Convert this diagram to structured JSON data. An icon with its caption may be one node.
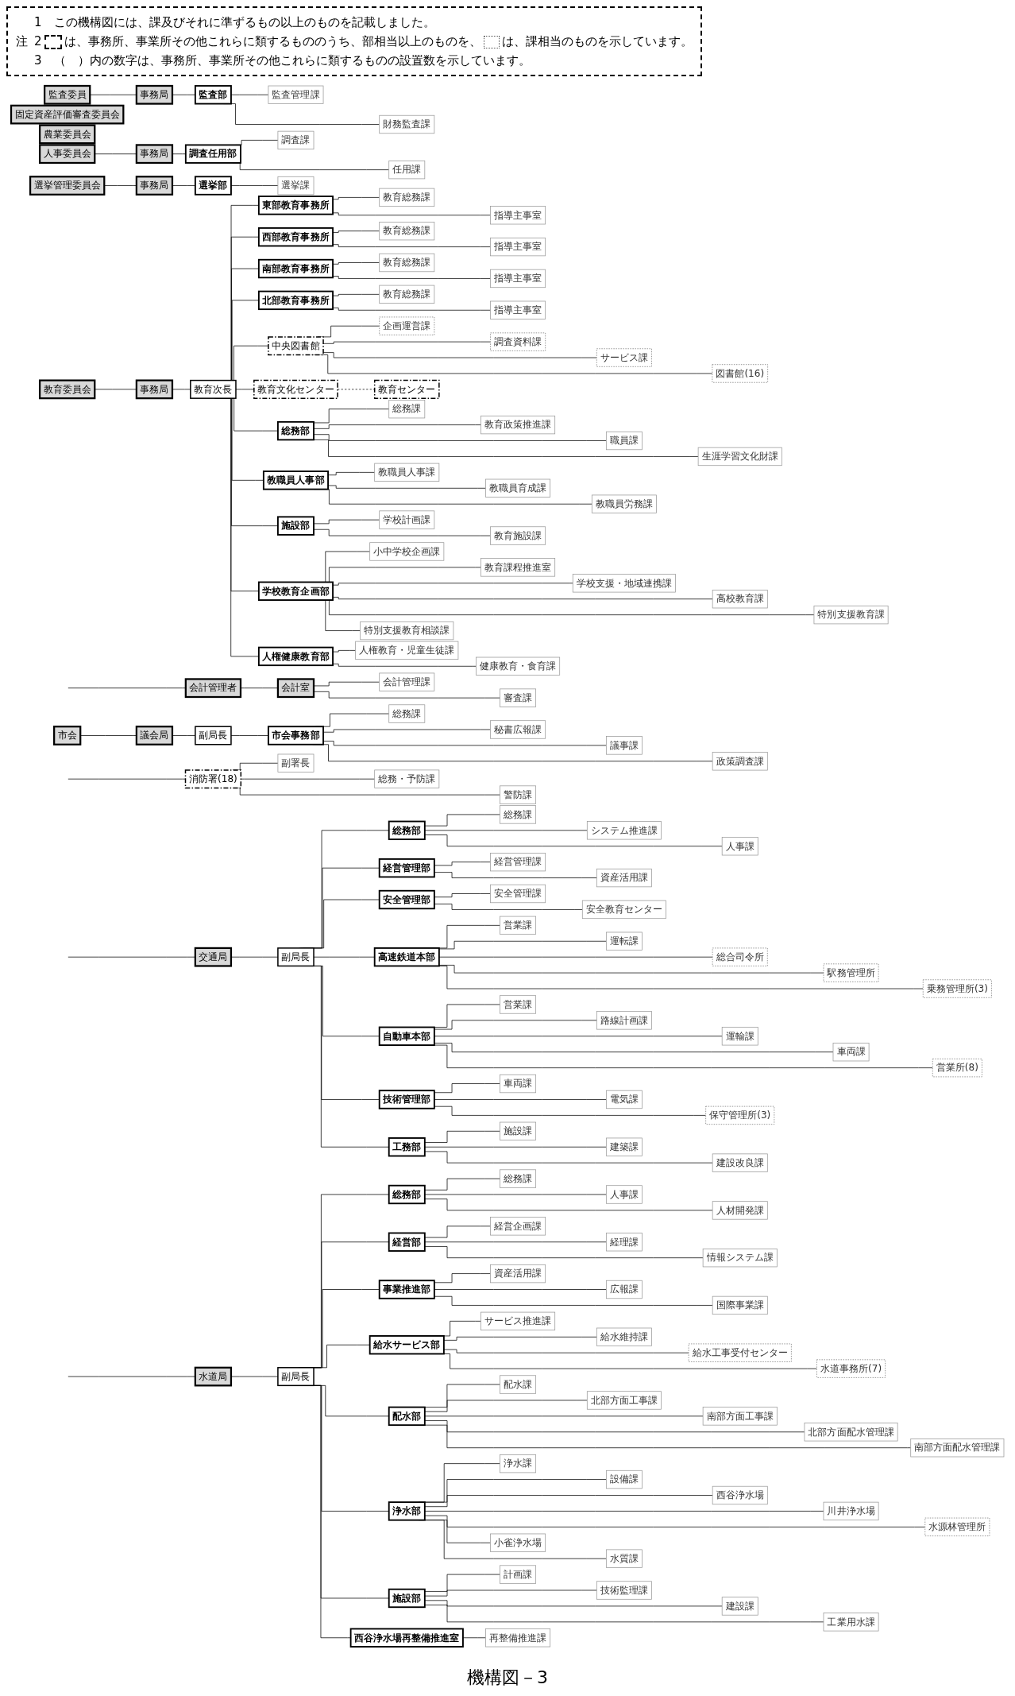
{
  "diagram": {
    "caption": "機構図－3",
    "nodes": [
      {
        "text": [
          "市会"
        ]
      },
      {
        "text": [
          "議会局"
        ]
      },
      {
        "text": [
          "副局長"
        ]
      },
      {
        "text": [
          "市会事務部"
        ]
      },
      {
        "text": [
          "総務課"
        ]
      },
      {
        "text": [
          "秘書広報課"
        ]
      },
      {
        "text": [
          "議事課"
        ]
      },
      {
        "text": [
          "政策調査課"
        ]
      },
      {
        "text": [
          "固定資産評価審査委員会"
        ]
      },
      {
        "text": [
          "農業委員会"
        ]
      },
      {
        "text": [
          "監査委員"
        ]
      },
      {
        "text": [
          "事務局"
        ]
      },
      {
        "text": [
          "監査部"
        ]
      },
      {
        "text": [
          "監査管理課"
        ]
      },
      {
        "text": [
          "財務監査課"
        ]
      },
      {
        "text": [
          "人事委員会"
        ]
      },
      {
        "text": [
          "事務局"
        ]
      },
      {
        "text": [
          "調査任用部"
        ]
      },
      {
        "text": [
          "調査課"
        ]
      },
      {
        "text": [
          "任用課"
        ]
      },
      {
        "text": [
          "選挙管理委員会"
        ]
      },
      {
        "text": [
          "事務局"
        ]
      },
      {
        "text": [
          "選挙部"
        ]
      },
      {
        "text": [
          "選挙課"
        ]
      },
      {
        "text": [
          "教育委員会"
        ]
      },
      {
        "text": [
          "事務局"
        ]
      },
      {
        "text": [
          "教育次長"
        ]
      },
      {
        "text": [
          "東部教育事務所"
        ]
      },
      {
        "text": [
          "教育総務課"
        ]
      },
      {
        "text": [
          "指導主事室"
        ]
      },
      {
        "text": [
          "西部教育事務所"
        ]
      },
      {
        "text": [
          "教育総務課"
        ]
      },
      {
        "text": [
          "指導主事室"
        ]
      },
      {
        "text": [
          "南部教育事務所"
        ]
      },
      {
        "text": [
          "教育総務課"
        ]
      },
      {
        "text": [
          "指導主事室"
        ]
      },
      {
        "text": [
          "北部教育事務所"
        ]
      },
      {
        "text": [
          "教育総務課"
        ]
      },
      {
        "text": [
          "指導主事室"
        ]
      },
      {
        "text": [
          "中央図書館"
        ]
      },
      {
        "text": [
          "企画運営課"
        ]
      },
      {
        "text": [
          "調査資料課"
        ]
      },
      {
        "text": [
          "サービス課"
        ]
      },
      {
        "text": [
          "図書館(16)"
        ]
      },
      {
        "text": [
          "教育文化センター"
        ]
      },
      {
        "text": [
          "教育センター"
        ]
      },
      {
        "text": [
          "総務部"
        ]
      },
      {
        "text": [
          "総務課"
        ]
      },
      {
        "text": [
          "教育政策推進課"
        ]
      },
      {
        "text": [
          "職員課"
        ]
      },
      {
        "text": [
          "生涯学習文化財課"
        ]
      },
      {
        "text": [
          "教職員人事部"
        ]
      },
      {
        "text": [
          "教職員人事課"
        ]
      },
      {
        "text": [
          "教職員育成課"
        ]
      },
      {
        "text": [
          "教職員労務課"
        ]
      },
      {
        "text": [
          "施設部"
        ]
      },
      {
        "text": [
          "学校計画課"
        ]
      },
      {
        "text": [
          "教育施設課"
        ]
      },
      {
        "text": [
          "学校教育企画部"
        ]
      },
      {
        "text": [
          "小中学校企画課"
        ]
      },
      {
        "text": [
          "教育課程推進室"
        ]
      },
      {
        "text": [
          "学校支援・地域連携課"
        ]
      },
      {
        "text": [
          "高校教育課"
        ]
      },
      {
        "text": [
          "特別支援教育課"
        ]
      },
      {
        "text": [
          "特別支援教育相談課"
        ]
      },
      {
        "text": [
          "人権健康教育部"
        ]
      },
      {
        "text": [
          "人権教育・児童生徒課"
        ]
      },
      {
        "text": [
          "健康教育・食育課"
        ]
      },
      {
        "text": [
          "会計管理者"
        ]
      },
      {
        "text": [
          "会計室"
        ]
      },
      {
        "text": [
          "会計管理課"
        ]
      },
      {
        "text": [
          "審査課"
        ]
      },
      {
        "text": [
          "交通局"
        ]
      },
      {
        "text": [
          "副局長"
        ]
      },
      {
        "text": [
          "総務部"
        ]
      },
      {
        "text": [
          "総務課"
        ]
      },
      {
        "text": [
          "システム推進課"
        ]
      },
      {
        "text": [
          "人事課"
        ]
      },
      {
        "text": [
          "経営管理部"
        ]
      },
      {
        "text": [
          "経営管理課"
        ]
      },
      {
        "text": [
          "資産活用課"
        ]
      },
      {
        "text": [
          "安全管理部"
        ]
      },
      {
        "text": [
          "安全管理課"
        ]
      },
      {
        "text": [
          "安全教育センター"
        ]
      },
      {
        "text": [
          "高速鉄道本部"
        ]
      },
      {
        "text": [
          "営業課"
        ]
      },
      {
        "text": [
          "運転課"
        ]
      },
      {
        "text": [
          "総合司令所"
        ]
      },
      {
        "text": [
          "駅務管理所"
        ]
      },
      {
        "text": [
          "乗務管理所(3)"
        ]
      },
      {
        "text": [
          "自動車本部"
        ]
      },
      {
        "text": [
          "営業課"
        ]
      },
      {
        "text": [
          "路線計画課"
        ]
      },
      {
        "text": [
          "運輸課"
        ]
      },
      {
        "text": [
          "車両課"
        ]
      },
      {
        "text": [
          "営業所(8)"
        ]
      },
      {
        "text": [
          "技術管理部"
        ]
      },
      {
        "text": [
          "車両課"
        ]
      },
      {
        "text": [
          "電気課"
        ]
      },
      {
        "text": [
          "保守管理所(3)"
        ]
      },
      {
        "text": [
          "工務部"
        ]
      },
      {
        "text": [
          "施設課"
        ]
      },
      {
        "text": [
          "建築課"
        ]
      },
      {
        "text": [
          "建設改良課"
        ]
      },
      {
        "text": [
          "水道局"
        ]
      },
      {
        "text": [
          "副局長"
        ]
      },
      {
        "text": [
          "総務部"
        ]
      },
      {
        "text": [
          "総務課"
        ]
      },
      {
        "text": [
          "人事課"
        ]
      },
      {
        "text": [
          "人材開発課"
        ]
      },
      {
        "text": [
          "経営部"
        ]
      },
      {
        "text": [
          "経営企画課"
        ]
      },
      {
        "text": [
          "経理課"
        ]
      },
      {
        "text": [
          "情報システム課"
        ]
      },
      {
        "text": [
          "事業推進部"
        ]
      },
      {
        "text": [
          "資産活用課"
        ]
      },
      {
        "text": [
          "広報課"
        ]
      },
      {
        "text": [
          "国際事業課"
        ]
      },
      {
        "text": [
          "給水サービス部"
        ]
      },
      {
        "text": [
          "サービス推進課"
        ]
      },
      {
        "text": [
          "給水維持課"
        ]
      },
      {
        "text": [
          "給水工事受付センター"
        ]
      },
      {
        "text": [
          "水道事務所(7)"
        ]
      },
      {
        "text": [
          "配水部"
        ]
      },
      {
        "text": [
          "配水課"
        ]
      },
      {
        "text": [
          "北部方面工事課"
        ]
      },
      {
        "text": [
          "南部方面工事課"
        ]
      },
      {
        "text": [
          "北部方面配水管理課"
        ]
      },
      {
        "text": [
          "南部方面配水管理課"
        ]
      },
      {
        "text": [
          "浄水部"
        ]
      },
      {
        "text": [
          "浄水課"
        ]
      },
      {
        "text": [
          "設備課"
        ]
      },
      {
        "text": [
          "西谷浄水場"
        ]
      },
      {
        "text": [
          "川井浄水場"
        ]
      },
      {
        "text": [
          "水源林管理所"
        ]
      },
      {
        "text": [
          "小雀浄水場"
        ]
      },
      {
        "text": [
          "水質課"
        ]
      },
      {
        "text": [
          "施設部"
        ]
      },
      {
        "text": [
          "計画課"
        ]
      },
      {
        "text": [
          "技術監理課"
        ]
      },
      {
        "text": [
          "建設課"
        ]
      },
      {
        "text": [
          "工業用水課"
        ]
      },
      {
        "text": [
          "西谷浄水場再整備推進室"
        ]
      },
      {
        "text": [
          "再整備推進課"
        ]
      },
      {
        "text": [
          "消防署(18)"
        ]
      },
      {
        "text": [
          "副署長"
        ]
      },
      {
        "text": [
          "総務・予防課"
        ]
      },
      {
        "text": [
          "警防課"
        ]
      }
    ],
    "edges": [
      {
        "from": 0,
        "to": 1,
        "arrow": "none"
      },
      {
        "from": 1,
        "to": 2,
        "arrow": "none"
      },
      {
        "from": 2,
        "to": 3,
        "arrow": "none"
      },
      {
        "from": 3,
        "to": 4,
        "arrow": "none"
      },
      {
        "from": 3,
        "to": 5,
        "arrow": "none"
      },
      {
        "from": 3,
        "to": 6,
        "arrow": "none"
      },
      {
        "from": 3,
        "to": 7,
        "arrow": "none"
      },
      {
        "from": 10,
        "to": 11,
        "arrow": "none"
      },
      {
        "from": 11,
        "to": 12,
        "arrow": "none"
      },
      {
        "from": 12,
        "to": 13,
        "arrow": "none"
      },
      {
        "from": 12,
        "to": 14,
        "arrow": "none"
      },
      {
        "from": 15,
        "to": 16,
        "arrow": "none"
      },
      {
        "from": 16,
        "to": 17,
        "arrow": "none"
      },
      {
        "from": 17,
        "to": 18,
        "arrow": "none"
      },
      {
        "from": 17,
        "to": 19,
        "arrow": "none"
      },
      {
        "from": 20,
        "to": 21,
        "arrow": "none"
      },
      {
        "from": 21,
        "to": 22,
        "arrow": "none"
      },
      {
        "from": 22,
        "to": 23,
        "arrow": "none"
      },
      {
        "from": 24,
        "to": 25,
        "arrow": "none"
      },
      {
        "from": 25,
        "to": 26,
        "arrow": "none"
      },
      {
        "from": 26,
        "to": 27,
        "arrow": "none"
      },
      {
        "from": 26,
        "to": 30,
        "arrow": "none"
      },
      {
        "from": 26,
        "to": 33,
        "arrow": "none"
      },
      {
        "from": 26,
        "to": 36,
        "arrow": "none"
      },
      {
        "from": 26,
        "to": 39,
        "arrow": "none"
      },
      {
        "from": 26,
        "to": 44,
        "arrow": "none"
      },
      {
        "from": 26,
        "to": 46,
        "arrow": "none"
      },
      {
        "from": 26,
        "to": 51,
        "arrow": "none"
      },
      {
        "from": 26,
        "to": 55,
        "arrow": "none"
      },
      {
        "from": 26,
        "to": 58,
        "arrow": "none"
      },
      {
        "from": 26,
        "to": 65,
        "arrow": "none"
      },
      {
        "from": 27,
        "to": 28,
        "arrow": "none"
      },
      {
        "from": 27,
        "to": 29,
        "arrow": "none"
      },
      {
        "from": 30,
        "to": 31,
        "arrow": "none"
      },
      {
        "from": 30,
        "to": 32,
        "arrow": "none"
      },
      {
        "from": 33,
        "to": 34,
        "arrow": "none"
      },
      {
        "from": 33,
        "to": 35,
        "arrow": "none"
      },
      {
        "from": 36,
        "to": 37,
        "arrow": "none"
      },
      {
        "from": 36,
        "to": 38,
        "arrow": "none"
      },
      {
        "from": 39,
        "to": 40,
        "arrow": "none"
      },
      {
        "from": 39,
        "to": 41,
        "arrow": "none"
      },
      {
        "from": 39,
        "to": 42,
        "arrow": "none"
      },
      {
        "from": 39,
        "to": 43,
        "arrow": "none"
      },
      {
        "from": 44,
        "to": 45,
        "arrow": "none",
        "style": "dashed"
      },
      {
        "from": 46,
        "to": 47,
        "arrow": "none"
      },
      {
        "from": 46,
        "to": 48,
        "arrow": "none"
      },
      {
        "from": 46,
        "to": 49,
        "arrow": "none"
      },
      {
        "from": 46,
        "to": 50,
        "arrow": "none"
      },
      {
        "from": 51,
        "to": 52,
        "arrow": "none"
      },
      {
        "from": 51,
        "to": 53,
        "arrow": "none"
      },
      {
        "from": 51,
        "to": 54,
        "arrow": "none"
      },
      {
        "from": 55,
        "to": 56,
        "arrow": "none"
      },
      {
        "from": 55,
        "to": 57,
        "arrow": "none"
      },
      {
        "from": 58,
        "to": 59,
        "arrow": "none"
      },
      {
        "from": 58,
        "to": 60,
        "arrow": "none"
      },
      {
        "from": 58,
        "to": 61,
        "arrow": "none"
      },
      {
        "from": 58,
        "to": 62,
        "arrow": "none"
      },
      {
        "from": 58,
        "to": 63,
        "arrow": "none"
      },
      {
        "from": 58,
        "to": 64,
        "arrow": "none"
      },
      {
        "from": 65,
        "to": 66,
        "arrow": "none"
      },
      {
        "from": 65,
        "to": 67,
        "arrow": "none"
      },
      {
        "from": null,
        "to": 68,
        "arrow": "none"
      },
      {
        "from": 68,
        "to": 69,
        "arrow": "none"
      },
      {
        "from": 69,
        "to": 70,
        "arrow": "none"
      },
      {
        "from": 69,
        "to": 71,
        "arrow": "none"
      },
      {
        "from": null,
        "to": 72,
        "arrow": "none"
      },
      {
        "from": 72,
        "to": 73,
        "arrow": "none"
      },
      {
        "from": 73,
        "to": 74,
        "arrow": "none"
      },
      {
        "from": 73,
        "to": 78,
        "arrow": "none"
      },
      {
        "from": 73,
        "to": 81,
        "arrow": "none"
      },
      {
        "from": 73,
        "to": 84,
        "arrow": "none"
      },
      {
        "from": 73,
        "to": 90,
        "arrow": "none"
      },
      {
        "from": 73,
        "to": 96,
        "arrow": "none"
      },
      {
        "from": 73,
        "to": 100,
        "arrow": "none"
      },
      {
        "from": 74,
        "to": 75,
        "arrow": "none"
      },
      {
        "from": 74,
        "to": 76,
        "arrow": "none"
      },
      {
        "from": 74,
        "to": 77,
        "arrow": "none"
      },
      {
        "from": 78,
        "to": 79,
        "arrow": "none"
      },
      {
        "from": 78,
        "to": 80,
        "arrow": "none"
      },
      {
        "from": 81,
        "to": 82,
        "arrow": "none"
      },
      {
        "from": 81,
        "to": 83,
        "arrow": "none"
      },
      {
        "from": 84,
        "to": 85,
        "arrow": "none"
      },
      {
        "from": 84,
        "to": 86,
        "arrow": "none"
      },
      {
        "from": 84,
        "to": 87,
        "arrow": "none"
      },
      {
        "from": 84,
        "to": 88,
        "arrow": "none"
      },
      {
        "from": 84,
        "to": 89,
        "arrow": "none"
      },
      {
        "from": 90,
        "to": 91,
        "arrow": "none"
      },
      {
        "from": 90,
        "to": 92,
        "arrow": "none"
      },
      {
        "from": 90,
        "to": 93,
        "arrow": "none"
      },
      {
        "from": 90,
        "to": 94,
        "arrow": "none"
      },
      {
        "from": 90,
        "to": 95,
        "arrow": "none"
      },
      {
        "from": 96,
        "to": 97,
        "arrow": "none"
      },
      {
        "from": 96,
        "to": 98,
        "arrow": "none"
      },
      {
        "from": 96,
        "to": 99,
        "arrow": "none"
      },
      {
        "from": 100,
        "to": 101,
        "arrow": "none"
      },
      {
        "from": 100,
        "to": 102,
        "arrow": "none"
      },
      {
        "from": 100,
        "to": 103,
        "arrow": "none"
      },
      {
        "from": null,
        "to": 104,
        "arrow": "none"
      },
      {
        "from": 104,
        "to": 105,
        "arrow": "none"
      },
      {
        "from": 105,
        "to": 106,
        "arrow": "none"
      },
      {
        "from": 105,
        "to": 110,
        "arrow": "none"
      },
      {
        "from": 105,
        "to": 114,
        "arrow": "none"
      },
      {
        "from": 105,
        "to": 118,
        "arrow": "none"
      },
      {
        "from": 105,
        "to": 123,
        "arrow": "none"
      },
      {
        "from": 105,
        "to": 129,
        "arrow": "none"
      },
      {
        "from": 105,
        "to": 137,
        "arrow": "none"
      },
      {
        "from": 105,
        "to": 142,
        "arrow": "none"
      },
      {
        "from": 106,
        "to": 107,
        "arrow": "none"
      },
      {
        "from": 106,
        "to": 108,
        "arrow": "none"
      },
      {
        "from": 106,
        "to": 109,
        "arrow": "none"
      },
      {
        "from": 110,
        "to": 111,
        "arrow": "none"
      },
      {
        "from": 110,
        "to": 112,
        "arrow": "none"
      },
      {
        "from": 110,
        "to": 113,
        "arrow": "none"
      },
      {
        "from": 114,
        "to": 115,
        "arrow": "none"
      },
      {
        "from": 114,
        "to": 116,
        "arrow": "none"
      },
      {
        "from": 114,
        "to": 117,
        "arrow": "none"
      },
      {
        "from": 118,
        "to": 119,
        "arrow": "none"
      },
      {
        "from": 118,
        "to": 120,
        "arrow": "none"
      },
      {
        "from": 118,
        "to": 121,
        "arrow": "none"
      },
      {
        "from": 118,
        "to": 122,
        "arrow": "none"
      },
      {
        "from": 123,
        "to": 124,
        "arrow": "none"
      },
      {
        "from": 123,
        "to": 125,
        "arrow": "none"
      },
      {
        "from": 123,
        "to": 126,
        "arrow": "none"
      },
      {
        "from": 123,
        "to": 127,
        "arrow": "none"
      },
      {
        "from": 123,
        "to": 128,
        "arrow": "none"
      },
      {
        "from": 129,
        "to": 130,
        "arrow": "none"
      },
      {
        "from": 129,
        "to": 131,
        "arrow": "none"
      },
      {
        "from": 129,
        "to": 132,
        "arrow": "none"
      },
      {
        "from": 129,
        "to": 133,
        "arrow": "none"
      },
      {
        "from": 129,
        "to": 134,
        "arrow": "none"
      },
      {
        "from": 129,
        "to": 135,
        "arrow": "none"
      },
      {
        "from": 129,
        "to": 136,
        "arrow": "none"
      },
      {
        "from": 137,
        "to": 138,
        "arrow": "none"
      },
      {
        "from": 137,
        "to": 139,
        "arrow": "none"
      },
      {
        "from": 137,
        "to": 140,
        "arrow": "none"
      },
      {
        "from": 137,
        "to": 141,
        "arrow": "none"
      },
      {
        "from": 142,
        "to": 143,
        "arrow": "none"
      },
      {
        "from": null,
        "to": 144,
        "arrow": "none"
      },
      {
        "from": 144,
        "to": 145,
        "arrow": "none"
      },
      {
        "from": 144,
        "to": 146,
        "arrow": "none"
      },
      {
        "from": 144,
        "to": 147,
        "arrow": "none"
      }
    ],
    "labels": [
      "注",
      "1　この機構図には、課及びそれに準ずるもの以上のものを記載しました。",
      "2",
      "3　（　）内の数字は、事務所、事業所その他これらに類するものの設置数を示しています。"
    ],
    "legend": [
      {
        "text": "は、事務所、事業所その他これらに類するもののうち、部相当以上のものを、"
      },
      {
        "text": "は、課相当のものを示しています。"
      }
    ]
  }
}
